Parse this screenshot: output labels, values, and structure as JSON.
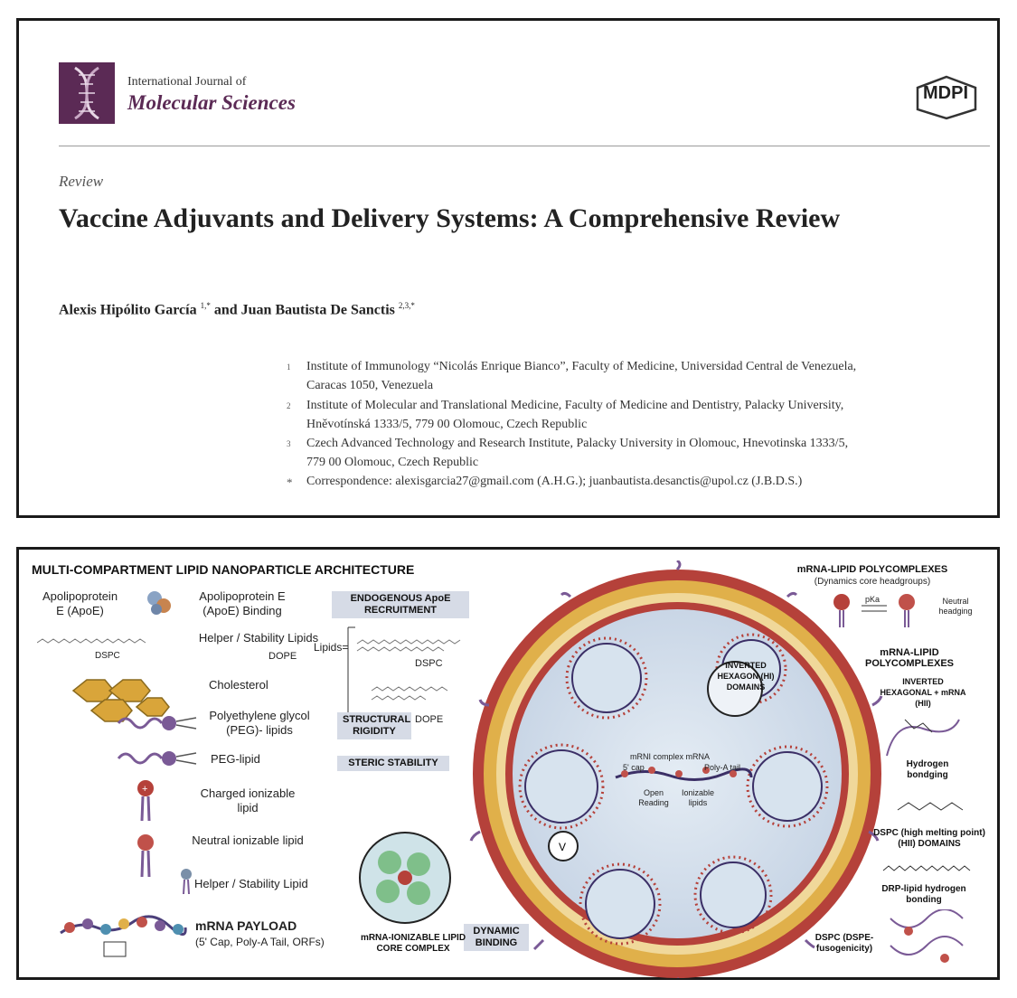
{
  "header": {
    "journal_line1": "International Journal of",
    "journal_line2": "Molecular Sciences",
    "publisher": "MDPI"
  },
  "article": {
    "type": "Review",
    "title": "Vaccine Adjuvants and Delivery Systems: A Comprehensive Review",
    "author1": "Alexis Hipólito García",
    "author1_sup": "1,*",
    "and": "and",
    "author2": "Juan Bautista De Sanctis",
    "author2_sup": "2,3,*",
    "affiliations": [
      {
        "marker": "1",
        "line1": "Institute of Immunology “Nicolás Enrique Bianco”, Faculty of Medicine, Universidad Central de Venezuela,",
        "line2": "Caracas 1050, Venezuela"
      },
      {
        "marker": "2",
        "line1": "Institute of Molecular and Translational Medicine, Faculty of Medicine and Dentistry, Palacky University,",
        "line2": "Hněvotínská 1333/5, 779 00 Olomouc, Czech Republic"
      },
      {
        "marker": "3",
        "line1": "Czech Advanced Technology and Research Institute, Palacky University in Olomouc, Hnevotinska 1333/5,",
        "line2": "779 00 Olomouc, Czech Republic"
      },
      {
        "marker": "*",
        "line1": "Correspondence: alexisgarcia27@gmail.com (A.H.G.); juanbautista.desanctis@upol.cz (J.B.D.S.)",
        "line2": ""
      }
    ]
  },
  "figure": {
    "title": "MULTI-COMPARTMENT LIPID NANOPARTICLE ARCHITECTURE",
    "legend": {
      "apoe": "Apolipoprotein E (ApoE)",
      "apoe_binding": "Apolipoprotein E (ApoE) Binding",
      "dspc": "DSPC",
      "helper": "Helper / Stability Lipids",
      "dope": "DOPE",
      "lipids": "Lipids=",
      "cholesterol": "Cholesterol",
      "peg_lipids": "Polyethylene glycol (PEG)- lipids",
      "peg_lipid": "PEG-lipid",
      "charged": "Charged ionizable lipid",
      "neutral": "Neutral ionizable lipid",
      "helper_single": "Helper / Stability Lipid",
      "mrna_payload": "mRNA PAYLOAD",
      "mrna_payload_sub": "(5' Cap, Poly-A Tail, ORFs)"
    },
    "boxes": {
      "endogenous": "ENDOGENOUS ApoE RECRUITMENT",
      "structural": "STRUCTURAL RIGIDITY",
      "steric": "STERIC STABILITY",
      "dynamic": "DYNAMIC BINDING"
    },
    "annotations": {
      "polycomplex_title": "mRNA-LIPID POLYCOMPLEXES",
      "polycomplex_sub": "(Dynamics core headgroups)",
      "pka": "pKa",
      "neutral_headgroup": "Neutral headging",
      "polycomplexes2": "mRNA-LIPID POLYCOMPLEXES",
      "inverted_hex": "INVERTED HEXAGONAL + mRNA (HII)",
      "inverted_domains": "INVERTED HEXAGON (HI) DOMAINS",
      "hydrogen": "Hydrogen bondging",
      "dspc_domains": "DSPC (high melting point) (HII) DOMAINS",
      "drp": "DRP-lipid hydrogen bonding",
      "dspc_fuso": "DSPC (DSPE- fusogenicity)",
      "core_complex": "mRNA-IONIZABLE LIPID CORE COMPLEX",
      "mrni": "mRNI complex mRNA",
      "cap": "5' cap",
      "polya": "Poly-A tail",
      "open_reading": "Open Reading",
      "ionizable": "Ionizable lipids"
    },
    "colors": {
      "journal": "#5b2a55",
      "shell_red": "#b5413a",
      "shell_gold": "#e0b04a",
      "lipid_purple": "#7a5a96",
      "core_blue": "#c9d6e6",
      "cholesterol": "#d9a53a"
    }
  }
}
